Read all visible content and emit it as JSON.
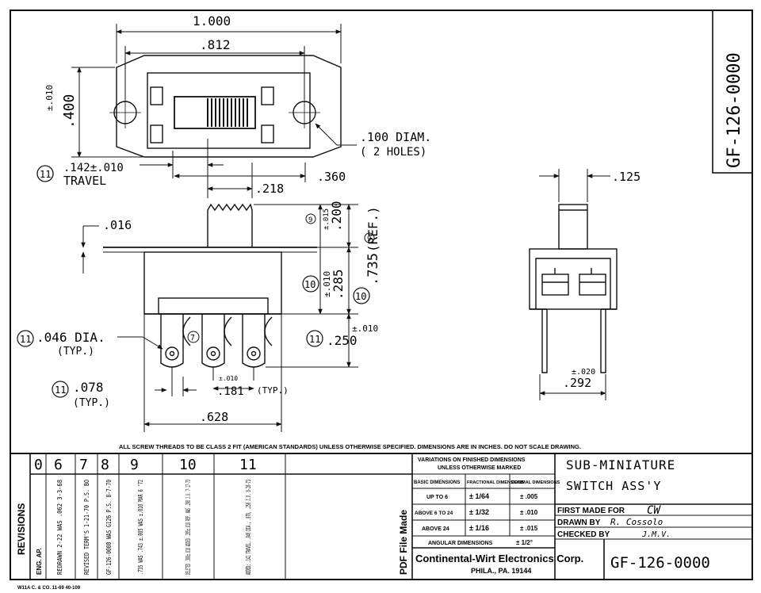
{
  "drawing_number": "GF-126-0000",
  "dims": {
    "overall_width": "1.000",
    "hole_spacing": ".812",
    "height_tol": "±.010",
    "height": ".400",
    "hole_diam": ".100  DIAM.",
    "hole_count": "( 2 HOLES)",
    "travel_note_num": "11",
    "travel_val": ".142±.010",
    "travel_label": "TRAVEL",
    "d360": ".360",
    "d218": ".218",
    "d016": ".016",
    "d200_note": "9",
    "d200_tol": "±.015",
    "d200": ".200",
    "d285_note": "10",
    "d285_tol": "±.010",
    "d285": ".285",
    "d735_note": "10",
    "d735": ".735",
    "ref": "(REF.)",
    "ref_note": "9",
    "d250_note": "11",
    "d250": ".250",
    "d250_tol": "±.010",
    "d046_note": "11",
    "d046": ".046 DIA.",
    "d046_typ": "(TYP.)",
    "d078_note": "11",
    "d078": ".078",
    "d078_typ": "(TYP.)",
    "d181_tol": "±.010",
    "d181": ".181",
    "d181_typ": "(TYP.)",
    "d628": ".628",
    "d125": ".125",
    "d292_tol": "±.020",
    "d292": ".292",
    "contact_note": "7"
  },
  "note_line": "ALL SCREW THREADS TO BE CLASS 2 FIT (AMERICAN STANDARDS) UNLESS OTHERWISE SPECIFIED.     DIMENSIONS ARE IN INCHES.   DO NOT SCALE DRAWING.",
  "revisions": {
    "label": "REVISIONS",
    "numbers": [
      "0",
      "6",
      "7",
      "8",
      "9",
      "10",
      "11"
    ],
    "entries": [
      "ENG. AP.",
      "REDRAWN 2-22 WAS .062 3-3-68",
      "REVISED TERM'S 1-21-70 P.S. BO",
      "GF-126-0000 WAS G126 P.S. 8-7-70",
      ".735 WAS .743 ±.005 WAS ±.010 MAR 6 '72",
      "DELETED .300±.010 ADDED .285±.010 REF. WAS .290 J.V. 7-17-73",
      "ADDED: .142 TRAVEL, .046 DIA., .078, .250 J.V. 8-28-73"
    ]
  },
  "tolerance_table": {
    "title_line1": "VARIATIONS ON FINISHED DIMENSIONS",
    "title_line2": "UNLESS OTHERWISE MARKED",
    "headers": [
      "BASIC DIMENSIONS",
      "FRACTIONAL DIMENSIONS",
      "DECIMAL DIMENSIONS"
    ],
    "rows": [
      [
        "UP TO 6",
        "± 1/64",
        "± .005"
      ],
      [
        "ABOVE 6 TO 24",
        "± 1/32",
        "± .010"
      ],
      [
        "ABOVE 24",
        "± 1/16",
        "± .015"
      ]
    ],
    "angular": "ANGULAR DIMENSIONS",
    "angular_tol": "± 1/2°"
  },
  "pdf_label": "PDF File Made",
  "title": {
    "line1": "SUB-MINIATURE",
    "line2": "SWITCH ASS'Y",
    "first_made_label": "FIRST MADE FOR",
    "first_made_value": "CW",
    "drawn_label": "DRAWN BY",
    "drawn_value": "R. Cossolo",
    "checked_label": "CHECKED BY",
    "checked_value": "J.M.V."
  },
  "company": {
    "name": "Continental-Wirt Electronics Corp.",
    "address": "PHILA., PA. 19144"
  },
  "footer": "W11A  C. & CO.  11-69  40-109"
}
